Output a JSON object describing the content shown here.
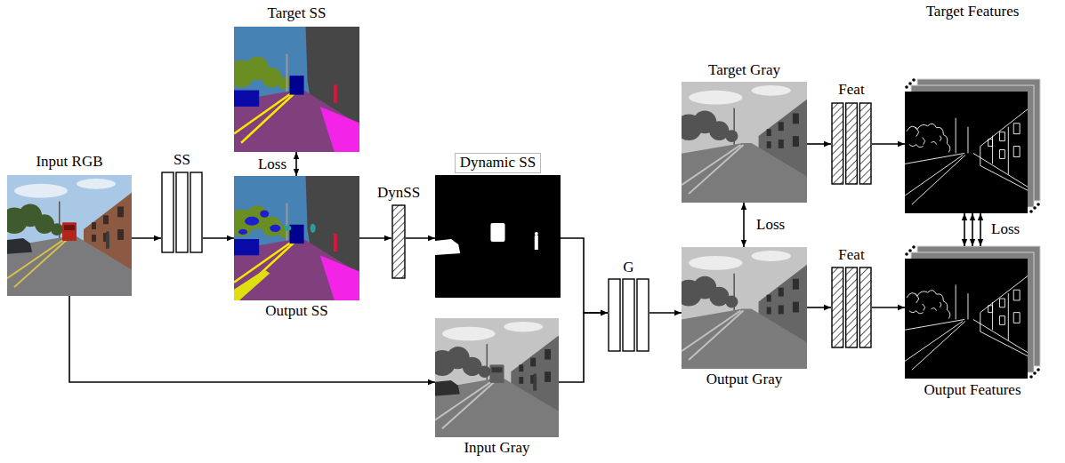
{
  "diagram": {
    "nodes": [
      {
        "text": [
          "Input RGB"
        ]
      },
      {
        "text": [
          "SS"
        ]
      },
      {
        "text": [
          "Target SS"
        ]
      },
      {
        "text": [
          "Output SS"
        ]
      },
      {
        "text": [
          "DynSS"
        ]
      },
      {
        "text": [
          "Dynamic SS"
        ]
      },
      {
        "text": [
          "Input Gray"
        ]
      },
      {
        "text": [
          "G"
        ]
      },
      {
        "text": [
          "Target Gray"
        ]
      },
      {
        "text": [
          "Output Gray"
        ]
      },
      {
        "text": [
          "Feat"
        ]
      },
      {
        "text": [
          "Feat"
        ]
      },
      {
        "text": [
          "Target Features"
        ]
      },
      {
        "text": [
          "Output Features"
        ]
      }
    ],
    "edges": [
      {
        "from": 0,
        "to": 1,
        "arrow": "to"
      },
      {
        "from": 1,
        "to": 3,
        "arrow": "to"
      },
      {
        "from": 2,
        "to": 3,
        "arrow": "both",
        "label": "Loss"
      },
      {
        "from": 3,
        "to": 4,
        "arrow": "to"
      },
      {
        "from": 4,
        "to": 5,
        "arrow": "to"
      },
      {
        "from": 0,
        "to": 6,
        "arrow": "to"
      },
      {
        "from": 5,
        "to": 7,
        "arrow": "to"
      },
      {
        "from": 6,
        "to": 7,
        "arrow": "to"
      },
      {
        "from": 7,
        "to": 9,
        "arrow": "to"
      },
      {
        "from": 8,
        "to": 9,
        "arrow": "both",
        "label": "Loss"
      },
      {
        "from": 8,
        "to": 10,
        "arrow": "to"
      },
      {
        "from": 10,
        "to": 12,
        "arrow": "to"
      },
      {
        "from": 9,
        "to": 11,
        "arrow": "to"
      },
      {
        "from": 11,
        "to": 13,
        "arrow": "to"
      },
      {
        "from": 12,
        "to": 13,
        "arrow": "both",
        "label": "Loss"
      }
    ]
  }
}
